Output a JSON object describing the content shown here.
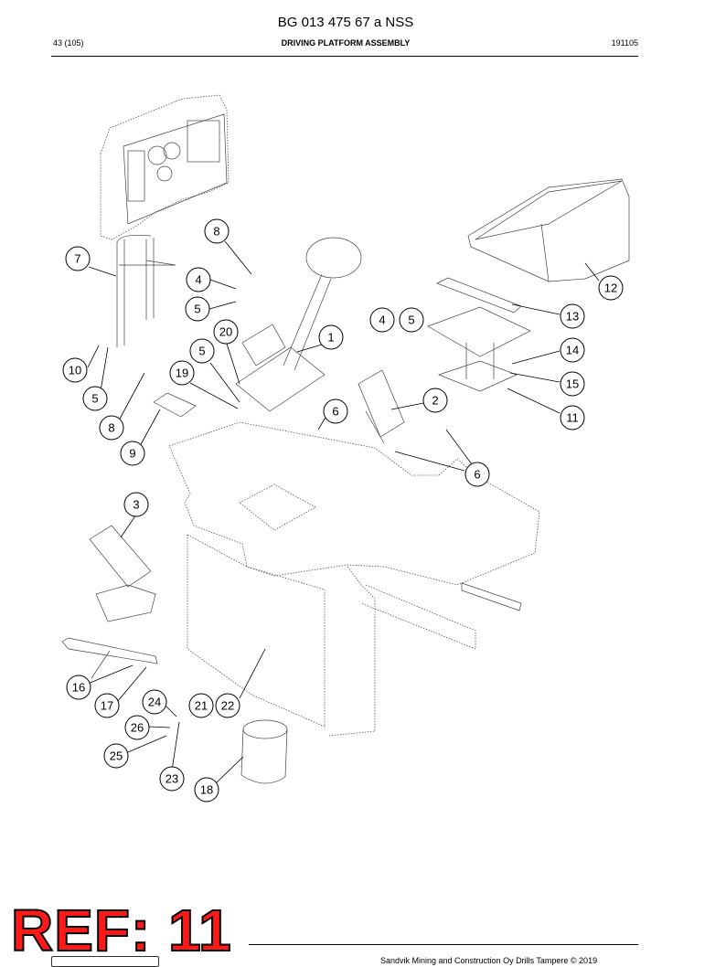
{
  "header": {
    "doc_number": "BG 013 475 67 a NSS",
    "page_count": "43 (105)",
    "section_title": "DRIVING PLATFORM ASSEMBLY",
    "date_code": "191105"
  },
  "callouts": [
    "1",
    "2",
    "3",
    "4",
    "5",
    "6",
    "7",
    "8",
    "9",
    "10",
    "11",
    "12",
    "13",
    "14",
    "15",
    "16",
    "17",
    "18",
    "19",
    "20",
    "21",
    "22",
    "23",
    "24",
    "25",
    "26"
  ],
  "callout_list": [
    {
      "label": "8"
    },
    {
      "label": "7"
    },
    {
      "label": "4"
    },
    {
      "label": "5"
    },
    {
      "label": "20"
    },
    {
      "label": "5"
    },
    {
      "label": "1"
    },
    {
      "label": "10"
    },
    {
      "label": "19"
    },
    {
      "label": "5"
    },
    {
      "label": "8"
    },
    {
      "label": "9"
    },
    {
      "label": "6"
    },
    {
      "label": "4"
    },
    {
      "label": "5"
    },
    {
      "label": "2"
    },
    {
      "label": "6"
    },
    {
      "label": "12"
    },
    {
      "label": "13"
    },
    {
      "label": "14"
    },
    {
      "label": "15"
    },
    {
      "label": "11"
    },
    {
      "label": "3"
    },
    {
      "label": "16"
    },
    {
      "label": "17"
    },
    {
      "label": "24"
    },
    {
      "label": "21"
    },
    {
      "label": "22"
    },
    {
      "label": "26"
    },
    {
      "label": "25"
    },
    {
      "label": "23"
    },
    {
      "label": "18"
    }
  ],
  "footer": {
    "copyright": "Sandvik Mining and Construction Oy Drills Tampere © 2019"
  },
  "stamp": {
    "text": "REF: 11",
    "color": "#ff1a1a"
  }
}
